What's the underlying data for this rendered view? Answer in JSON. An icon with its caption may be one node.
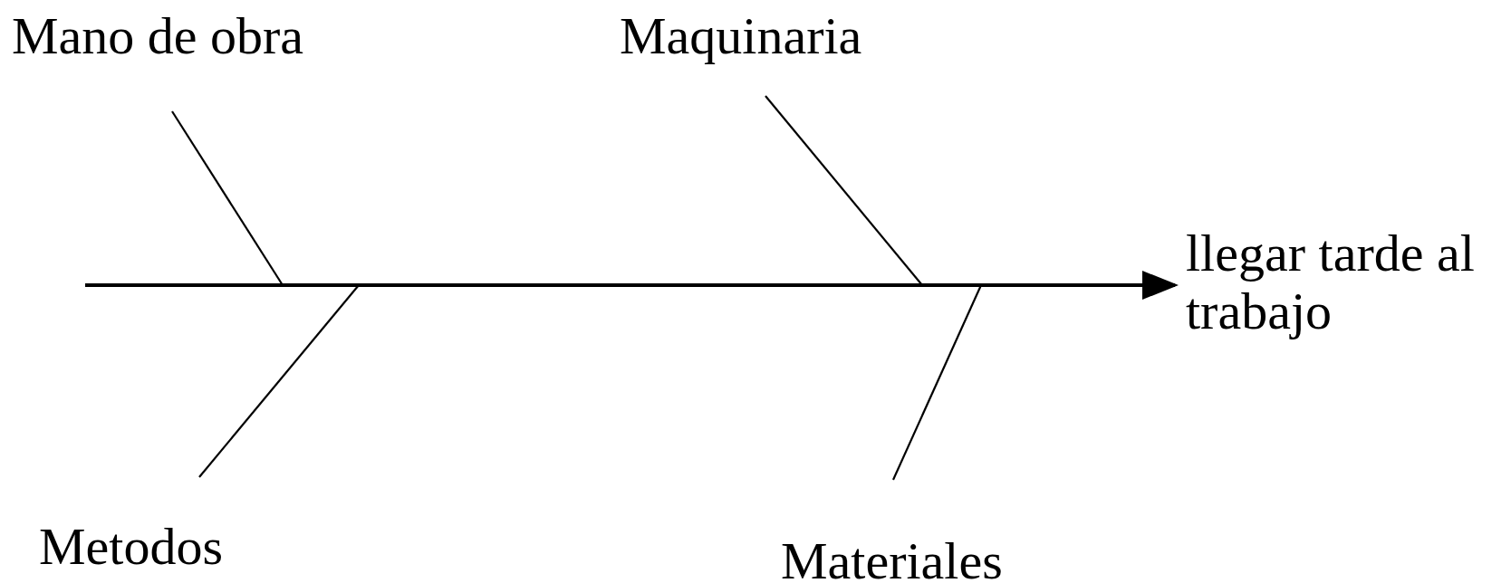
{
  "diagram": {
    "nodes": [
      {
        "text": [
          "Mano de obra"
        ]
      },
      {
        "text": [
          "Maquinaria"
        ]
      },
      {
        "text": [
          "llegar tarde al trabajo"
        ]
      },
      {
        "text": [
          "Metodos"
        ]
      },
      {
        "text": [
          "Materiales"
        ]
      }
    ],
    "edges": [
      {
        "from": null,
        "to": 2,
        "arrow": "to"
      },
      {
        "from": 0,
        "to": null,
        "arrow": "none"
      },
      {
        "from": 1,
        "to": null,
        "arrow": "none"
      },
      {
        "from": 3,
        "to": null,
        "arrow": "none"
      },
      {
        "from": 4,
        "to": null,
        "arrow": "none"
      }
    ]
  }
}
